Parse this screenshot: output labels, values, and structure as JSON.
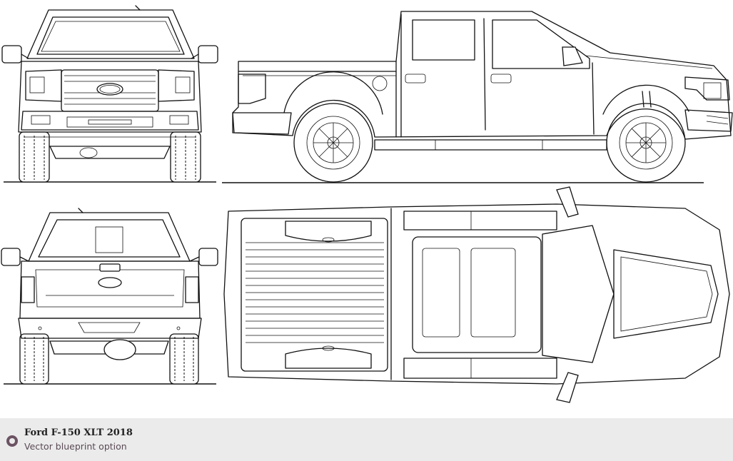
{
  "caption": {
    "title": "Ford F-150 XLT 2018",
    "subtitle": "Vector blueprint option",
    "badge_color": "#6b5363"
  },
  "blueprint": {
    "views": [
      "front-view",
      "side-view",
      "rear-view",
      "top-view"
    ],
    "line_color": "#111111",
    "background": "#ffffff"
  }
}
